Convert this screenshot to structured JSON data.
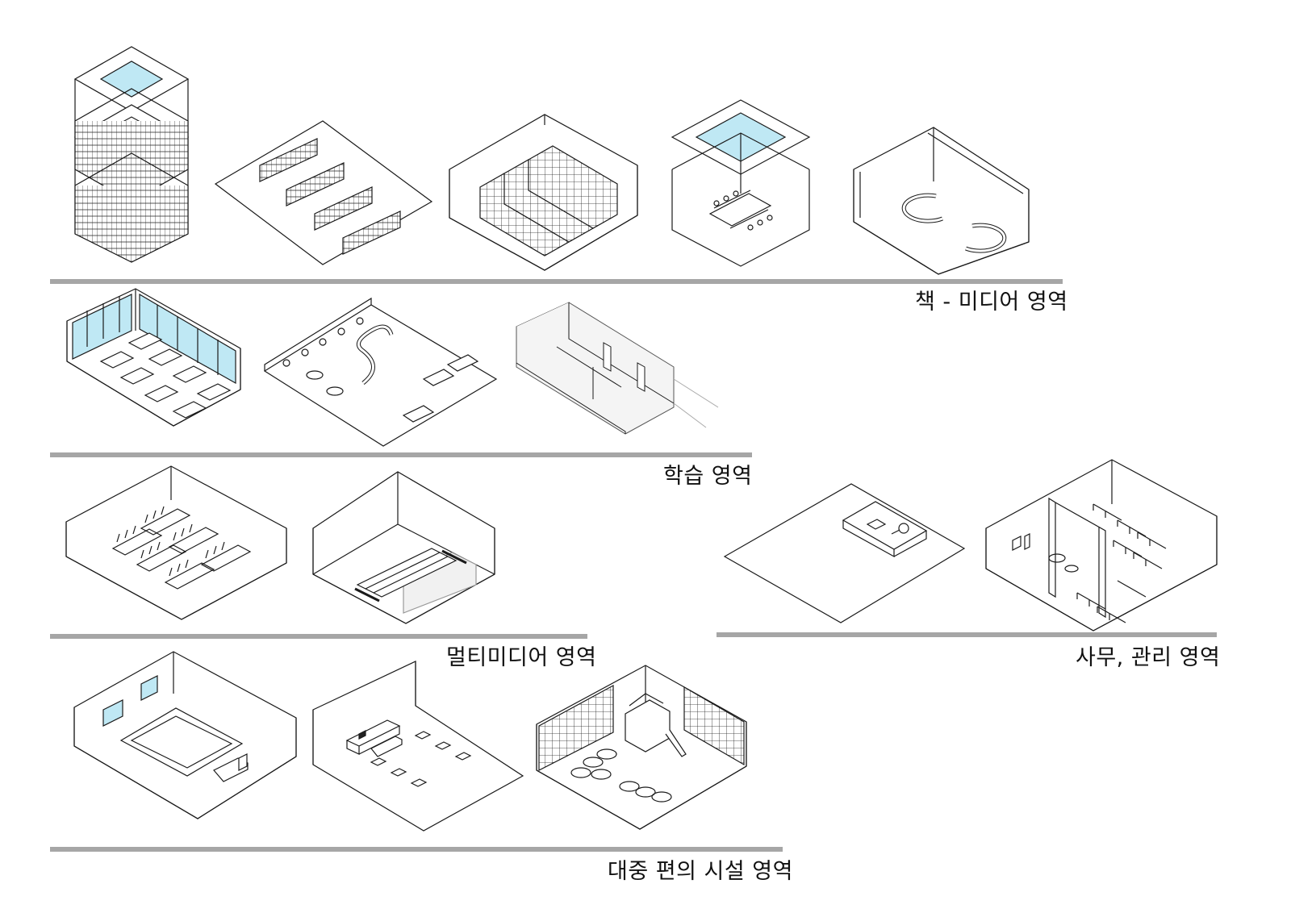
{
  "zones": [
    {
      "id": "book-media",
      "label": "책 - 미디어 영역"
    },
    {
      "id": "study",
      "label": "학습 영역"
    },
    {
      "id": "multimedia",
      "label": "멀티미디어 영역"
    },
    {
      "id": "office",
      "label": "사무, 관리 영역"
    },
    {
      "id": "public",
      "label": "대중 편의 시설 영역"
    }
  ],
  "colors": {
    "line": "#1a1a1a",
    "divider": "#a6a6a6",
    "glass": "#bfe8f4",
    "partition": "#d9d9d9"
  }
}
